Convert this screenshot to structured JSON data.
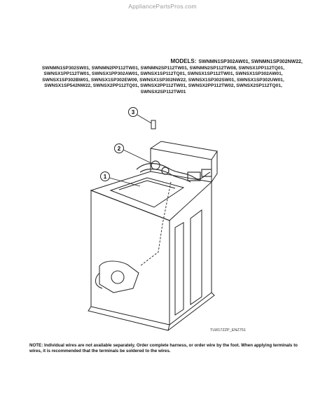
{
  "watermark": "AppliancePartsPros.com",
  "models": {
    "label": "MODELS:",
    "first_line": "SWNMN1SP302AW01, SWNMN1SP302NW22,",
    "lines": [
      "SWNMN1SP302SW01, SWNMN2PP112TW01, SWNMN2SP112TW01, SWNMN2SP112TW08, SWNSX1PP112TQ01,",
      "SWNSX1PP112TW01, SWNSX1PP302AW01, SWNSX1SP112TQ01, SWNSX1SP112TW01, SWNSX1SP302AW01,",
      "SWNSX1SP302BW01, SWNSX1SP302EW09, SWNSX1SP302NW22, SWNSX1SP302SW01, SWNSX1SP302UW01,",
      "SWNSX1SP542NW22, SWNSX2PP112TQ01, SWNSX2PP112TW01, SWNSX2PP112TW02, SWNSX2SP112TQ01,",
      "SWNSX2SP112TW01"
    ]
  },
  "callouts": [
    "1",
    "2",
    "3"
  ],
  "drawing_ref": "TLW17ZZP_ENZ751",
  "note": {
    "prefix": "NOTE:",
    "text": "Individual wires are not available separately. Order complete harness, or order wire by the foot. When applying terminals to wires, it is recommended that the terminals be soldered to the wires."
  },
  "colors": {
    "line": "#222222",
    "text": "#111111",
    "watermark": "#9a9a9a"
  }
}
